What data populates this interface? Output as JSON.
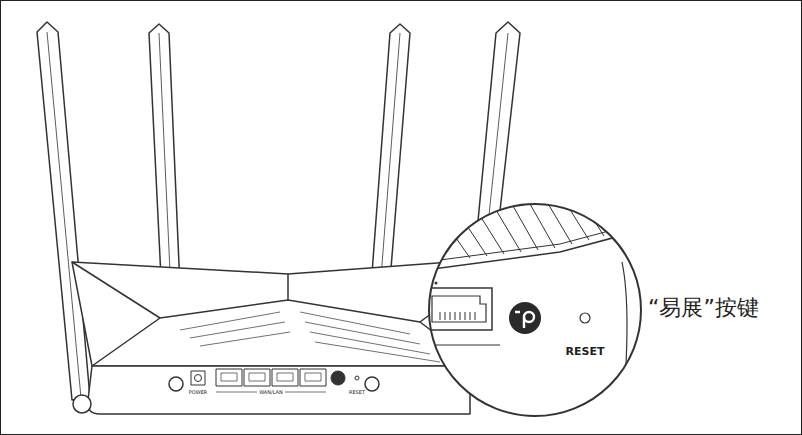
{
  "diagram": {
    "labels": [
      "POWER",
      "WAN/LAN",
      "RESET",
      "RESET",
      "“易展”按键"
    ]
  }
}
